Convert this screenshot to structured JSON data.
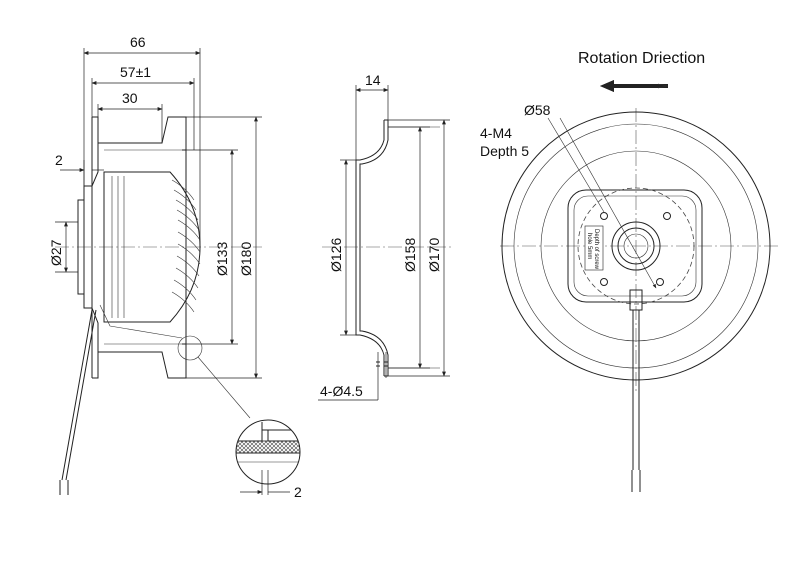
{
  "side_view": {
    "dim_overall_width": "66",
    "dim_housing_width": "57±1",
    "dim_hub_width": "30",
    "dim_flange": "2",
    "dim_shaft_dia": "Ø27",
    "dim_inner_dia": "Ø133",
    "dim_outer_dia": "Ø180"
  },
  "detail_view": {
    "dim_thickness": "2"
  },
  "section_view": {
    "dim_depth": "14",
    "dim_inlet_dia": "Ø126",
    "dim_mid_dia": "Ø158",
    "dim_outer_dia": "Ø170",
    "dim_holes": "4-Ø4.5"
  },
  "front_view": {
    "rotation_label": "Rotation Driection",
    "dim_bolt_circle": "Ø58",
    "thread_spec": "4-M4",
    "thread_depth": "Depth 5",
    "hub_note_line1": "Depth of screw",
    "hub_note_line2": "hole 5mm"
  },
  "colors": {
    "line": "#222222",
    "background": "#ffffff"
  }
}
